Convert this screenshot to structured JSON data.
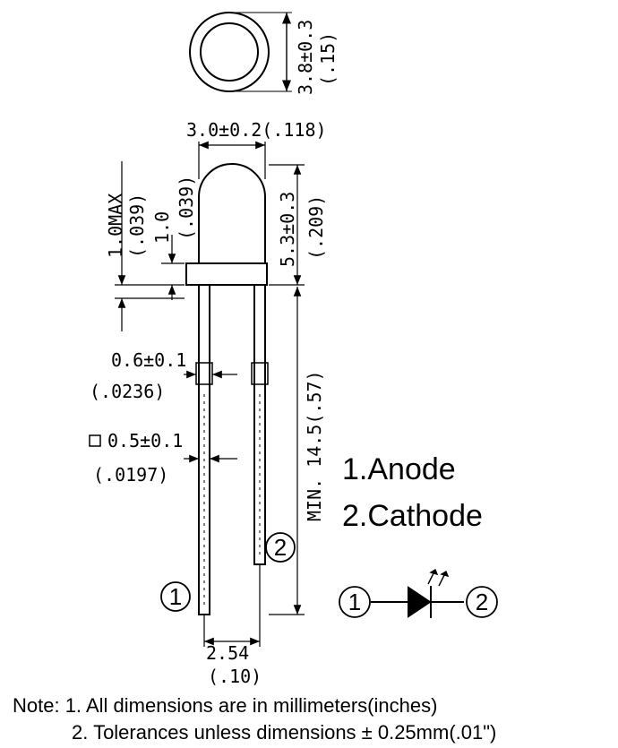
{
  "dimensions": {
    "top_dia_mm": "3.8±0.3",
    "top_dia_in": "(.15)",
    "body_dia": "3.0±0.2(.118)",
    "flange_max_mm": "1.0MAX",
    "flange_max_in": "(.039)",
    "flange_mm": "1.0",
    "flange_in": "(.039)",
    "body_height_mm": "5.3±0.3",
    "body_height_in": "(.209)",
    "lead_width_mm": "0.6±0.1",
    "lead_width_in": "(.0236)",
    "lead_square_mm": "0.5±0.1",
    "lead_square_in": "(.0197)",
    "lead_length": "MIN. 14.5(.57)",
    "pitch_mm": "2.54",
    "pitch_in": "(.10)"
  },
  "legend": {
    "anode": "1.Anode",
    "cathode": "2.Cathode"
  },
  "pins": {
    "one": "1",
    "two": "2"
  },
  "notes": {
    "line1": "Note: 1. All dimensions are in millimeters(inches)",
    "line2": "2. Tolerances unless dimensions ± 0.25mm(.01\")"
  }
}
